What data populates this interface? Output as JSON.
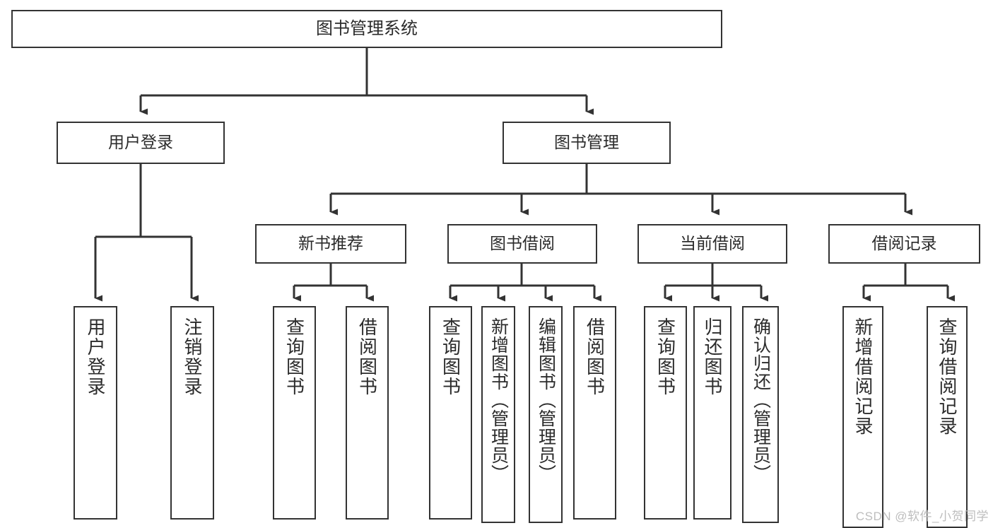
{
  "diagram": {
    "title": "图书管理系统",
    "type": "tree",
    "watermark": "CSDN @软件_小贺同学",
    "colors": {
      "border": "#333333",
      "fill": "#ffffff",
      "text": "#2b2b2b",
      "background": "#ffffff",
      "watermark": "#bdbdbd"
    },
    "nodes": {
      "root": {
        "label": "图书管理系统"
      },
      "level1": [
        {
          "label": "用户登录"
        },
        {
          "label": "图书管理"
        }
      ],
      "level2": [
        {
          "label": "新书推荐"
        },
        {
          "label": "图书借阅"
        },
        {
          "label": "当前借阅"
        },
        {
          "label": "借阅记录"
        }
      ],
      "leaves_user_login": [
        {
          "label": "用户登录"
        },
        {
          "label": "注销登录"
        }
      ],
      "leaves_new_book": [
        {
          "label": "查询图书"
        },
        {
          "label": "借阅图书"
        }
      ],
      "leaves_borrow": [
        {
          "label": "查询图书"
        },
        {
          "label": "新增图书（管理员）"
        },
        {
          "label": "编辑图书（管理员）"
        },
        {
          "label": "借阅图书"
        }
      ],
      "leaves_current": [
        {
          "label": "查询图书"
        },
        {
          "label": "归还图书"
        },
        {
          "label": "确认归还（管理员）"
        }
      ],
      "leaves_records": [
        {
          "label": "新增借阅记录"
        },
        {
          "label": "查询借阅记录"
        }
      ]
    }
  }
}
